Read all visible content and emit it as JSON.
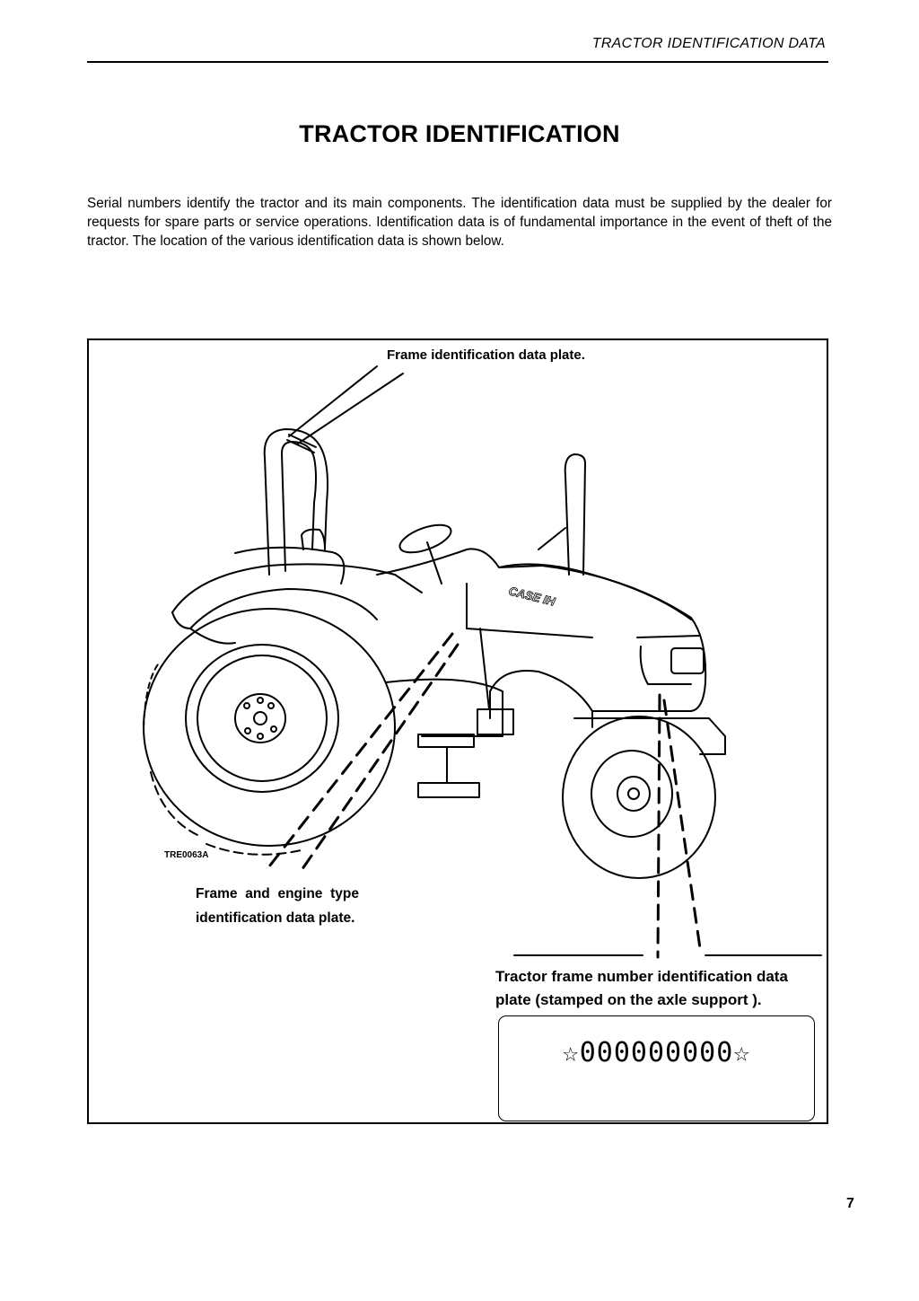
{
  "header": {
    "section_title": "TRACTOR IDENTIFICATION DATA"
  },
  "page": {
    "heading": "TRACTOR IDENTIFICATION",
    "intro": "Serial numbers identify the tractor and its main components. The identification data must be supplied by the dealer for requests for spare parts or service operations. Identification data is of fundamental importance in the event of theft of the tractor. The location of the various identification data is shown below.",
    "page_number": "7"
  },
  "figure": {
    "figure_id": "TRE0063A",
    "brand_decal": "CASE IH",
    "callouts": {
      "frame_plate": "Frame identification data plate.",
      "frame_engine_plate": "Frame and engine type identification data plate.",
      "frame_number_plate": "Tractor frame number identification data plate (stamped on the axle support )."
    },
    "serial_example": "☆000000000☆"
  }
}
